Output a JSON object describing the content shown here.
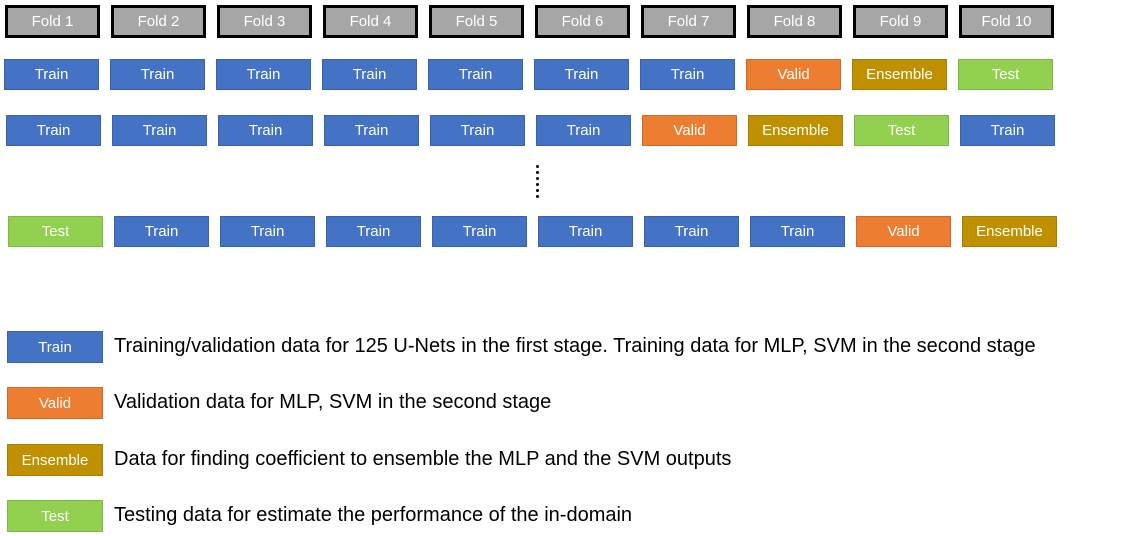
{
  "folds": [
    "Fold 1",
    "Fold 2",
    "Fold 3",
    "Fold 4",
    "Fold 5",
    "Fold 6",
    "Fold 7",
    "Fold 8",
    "Fold 9",
    "Fold 10"
  ],
  "rows": [
    [
      "Train",
      "Train",
      "Train",
      "Train",
      "Train",
      "Train",
      "Train",
      "Valid",
      "Ensemble",
      "Test"
    ],
    [
      "Train",
      "Train",
      "Train",
      "Train",
      "Train",
      "Train",
      "Valid",
      "Ensemble",
      "Test",
      "Train"
    ],
    [
      "Test",
      "Train",
      "Train",
      "Train",
      "Train",
      "Train",
      "Train",
      "Train",
      "Valid",
      "Ensemble"
    ]
  ],
  "legend": [
    {
      "label": "Train",
      "description": "Training/validation data for 125 U-Nets in the first stage. Training data for MLP, SVM in the second stage"
    },
    {
      "label": "Valid",
      "description": "Validation data for MLP, SVM in the second stage"
    },
    {
      "label": "Ensemble",
      "description": "Data for finding coefficient to ensemble the MLP and the SVM outputs"
    },
    {
      "label": "Test",
      "description": "Testing data for estimate the performance of the in-domain"
    }
  ],
  "colors": {
    "Train": "#4472c4",
    "Valid": "#ed7d31",
    "Ensemble": "#bf9000",
    "Test": "#92d050",
    "fold": "#a6a6a6"
  }
}
